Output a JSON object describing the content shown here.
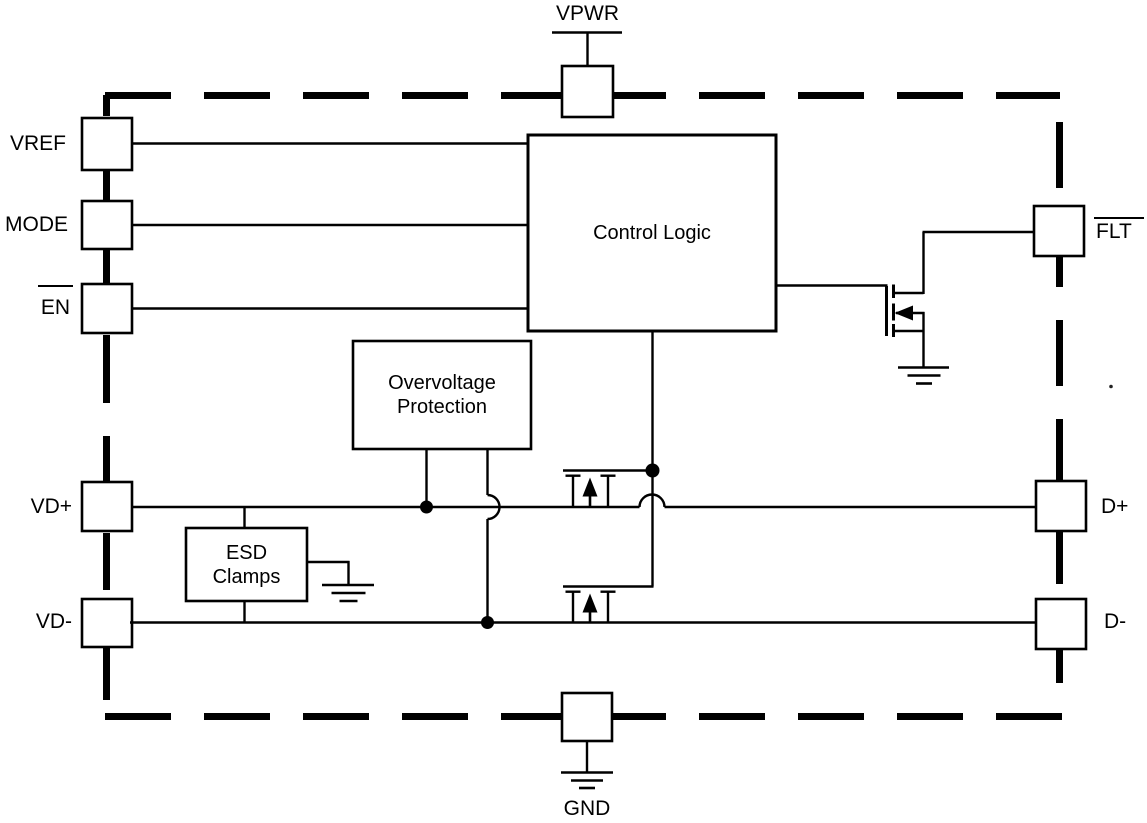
{
  "diagram": {
    "blocks": {
      "control_logic": {
        "label": "Control Logic"
      },
      "overvoltage_protection": {
        "line1": "Overvoltage",
        "line2": "Protection"
      },
      "esd_clamps": {
        "line1": "ESD",
        "line2": "Clamps"
      }
    },
    "pins": {
      "vpwr": {
        "label": "VPWR"
      },
      "vref": {
        "label": "VREF"
      },
      "mode": {
        "label": "MODE"
      },
      "en": {
        "label": "EN",
        "active_low": true
      },
      "flt": {
        "label": "FLT",
        "active_low": true
      },
      "vd_plus": {
        "label": "VD+"
      },
      "vd_minus": {
        "label": "VD-"
      },
      "d_plus": {
        "label": "D+"
      },
      "d_minus": {
        "label": "D-"
      },
      "gnd": {
        "label": "GND"
      }
    },
    "colors": {
      "line": "#000000",
      "text": "#000000",
      "background": "#ffffff"
    }
  }
}
